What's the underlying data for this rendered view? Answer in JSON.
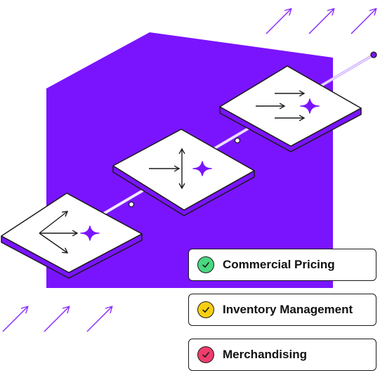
{
  "colors": {
    "accent": "#7a14ff",
    "outline": "#1a1a1a",
    "green": "#49d77f",
    "yellow": "#f6cf14",
    "pink": "#ee3d6c"
  },
  "steps": [
    {
      "icon": "branching-arrows-icon"
    },
    {
      "icon": "multi-direction-arrows-icon"
    },
    {
      "icon": "parallel-arrows-icon"
    }
  ],
  "badges": [
    {
      "label": "Commercial Pricing",
      "status_color": "#49d77f"
    },
    {
      "label": "Inventory Management",
      "status_color": "#f6cf14"
    },
    {
      "label": "Merchandising",
      "status_color": "#ee3d6c"
    }
  ]
}
